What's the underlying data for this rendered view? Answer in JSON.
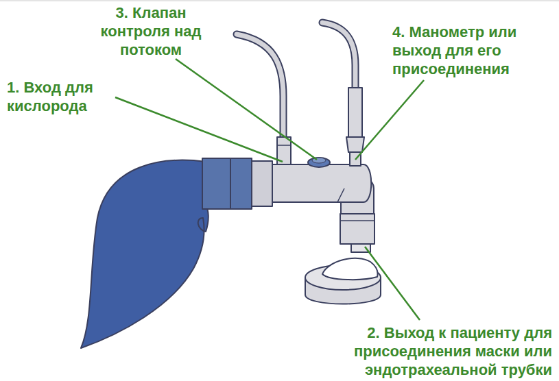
{
  "diagram": {
    "labels": [
      "3. Клапан контроля над потоком",
      "1. Вход для кислорода",
      "4. Манометр или выход для его присоединения",
      "2. Выход к пациенту для присоединения маски или эндотрахеальной трубки"
    ]
  }
}
